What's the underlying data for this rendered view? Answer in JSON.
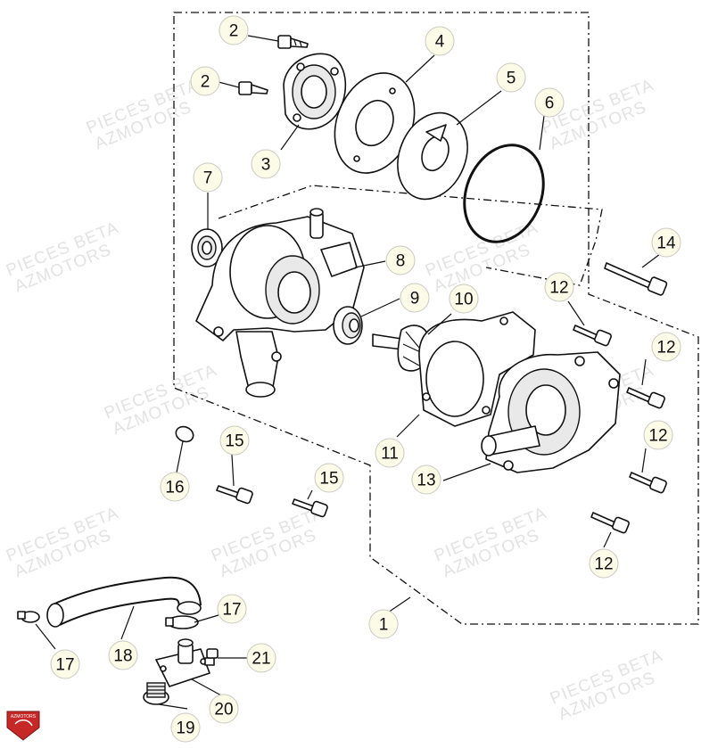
{
  "callouts": [
    "1",
    "2",
    "2",
    "3",
    "4",
    "5",
    "6",
    "7",
    "8",
    "9",
    "10",
    "11",
    "12",
    "12",
    "12",
    "12",
    "13",
    "14",
    "15",
    "15",
    "16",
    "17",
    "17",
    "18",
    "19",
    "20",
    "21"
  ],
  "watermark": {
    "line1": "PIECES BETA",
    "line2": "AZMOTORS"
  },
  "logo": {
    "text": "AZMOTORS",
    "color": "#c62828"
  },
  "colors": {
    "callout_fill": "#fbfbe8",
    "line": "#111111"
  }
}
